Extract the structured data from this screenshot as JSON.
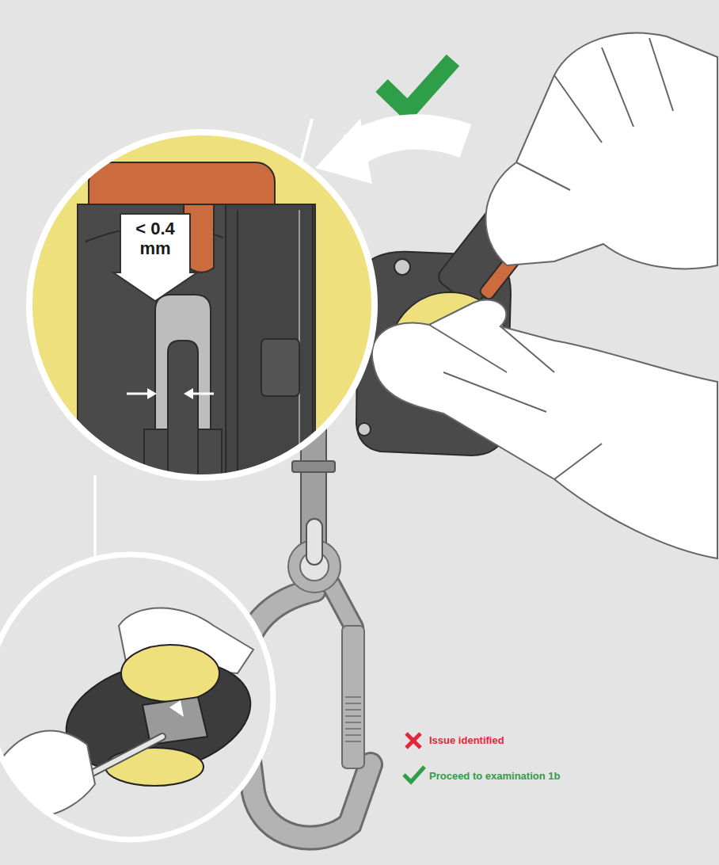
{
  "diagram": {
    "nodes": [
      {
        "text": [
          "< 0.4 mm"
        ]
      }
    ],
    "legend": [
      {
        "text": "Issue identified"
      },
      {
        "text": "Proceed to examination 1b"
      }
    ]
  }
}
